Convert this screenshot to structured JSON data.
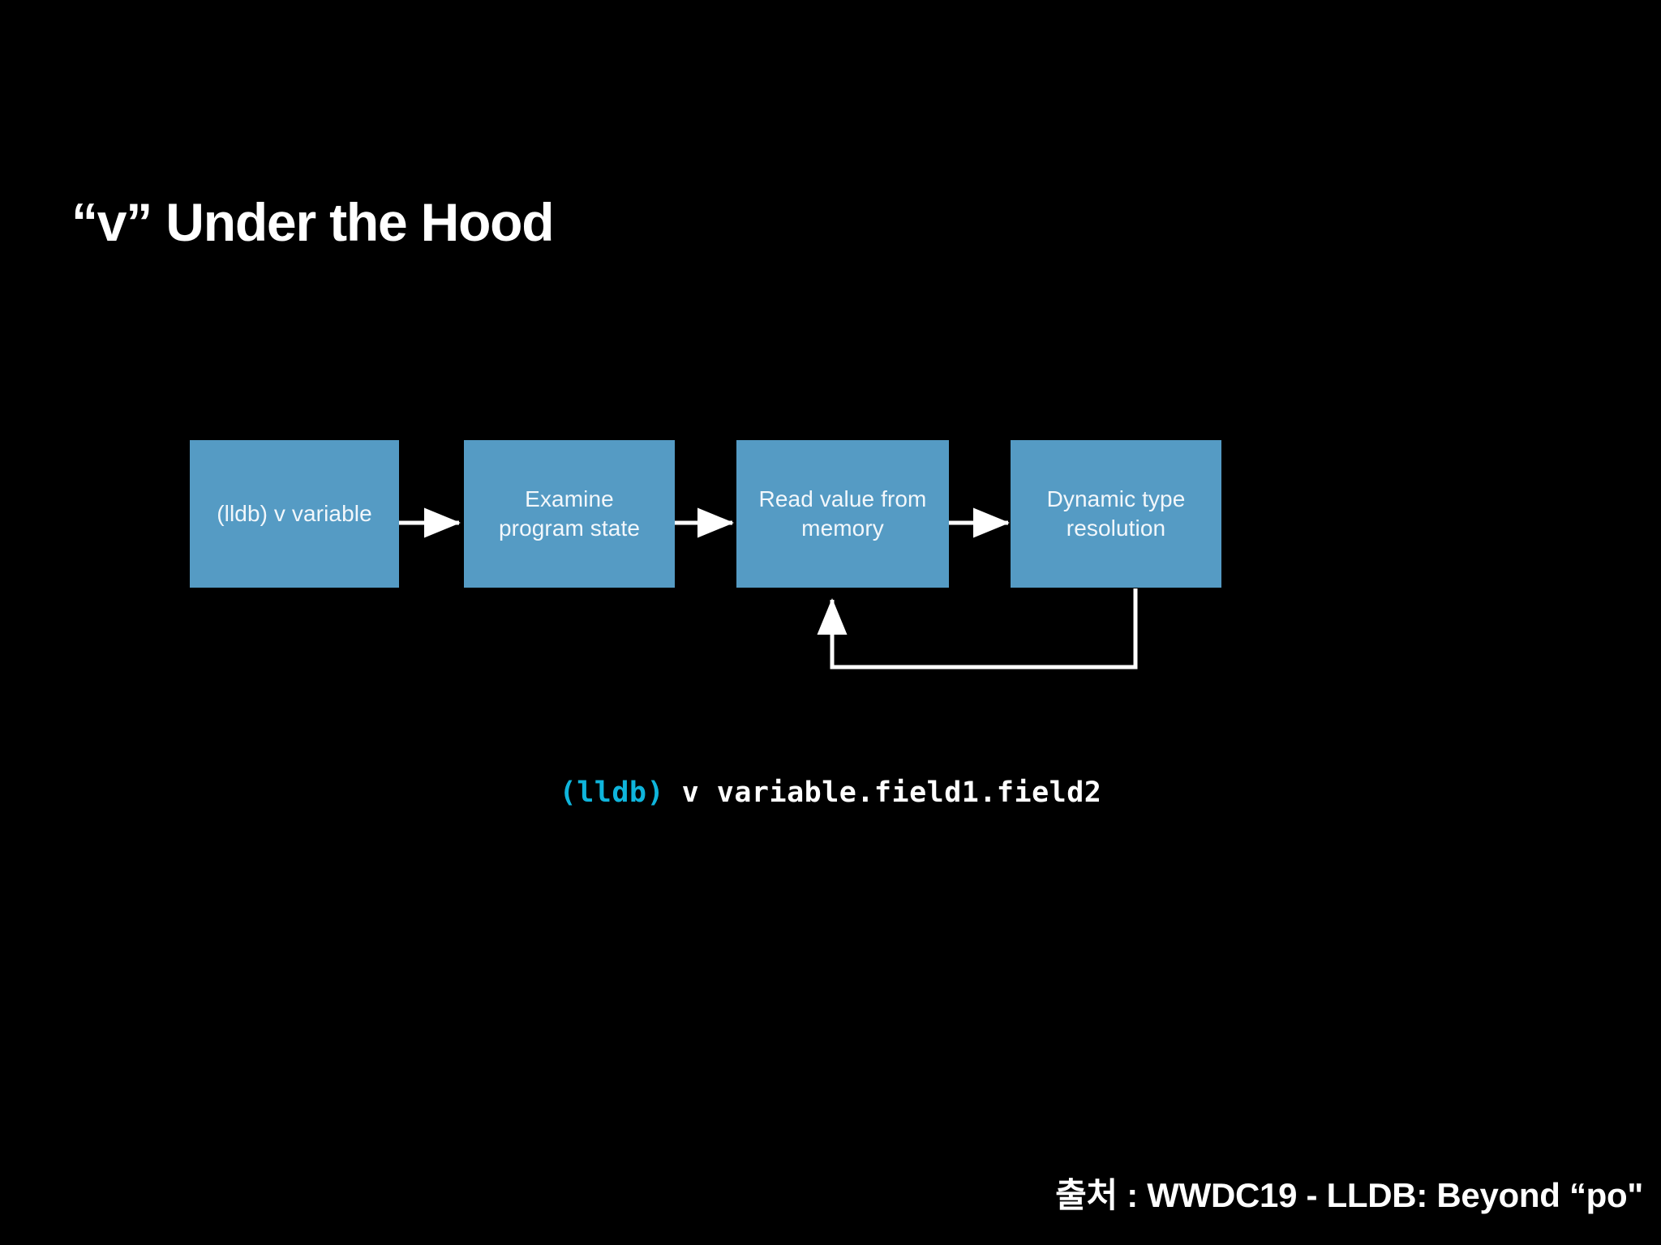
{
  "slide": {
    "title": "“v” Under the Hood",
    "background_color": "#000000",
    "box_color": "#559BC4",
    "accent_color": "#0FB5DC",
    "text_color": "#FFFFFF"
  },
  "diagram": {
    "type": "flow",
    "boxes": [
      {
        "id": "command",
        "line1": "(lldb) v variable",
        "line2": ""
      },
      {
        "id": "examine-state",
        "line1": "Examine",
        "line2": "program state"
      },
      {
        "id": "read-memory",
        "line1": "Read value from",
        "line2": "memory"
      },
      {
        "id": "dynamic-type",
        "line1": "Dynamic type",
        "line2": "resolution"
      }
    ],
    "connections": [
      {
        "from": "command",
        "to": "examine-state",
        "kind": "arrow-right"
      },
      {
        "from": "examine-state",
        "to": "read-memory",
        "kind": "arrow-right"
      },
      {
        "from": "read-memory",
        "to": "dynamic-type",
        "kind": "arrow-right"
      },
      {
        "from": "dynamic-type",
        "to": "read-memory",
        "kind": "feedback-loop"
      }
    ]
  },
  "code": {
    "prompt": "(lldb)",
    "command": " v variable.field1.field2"
  },
  "footer": {
    "source": "출처 : WWDC19 - LLDB: Beyond “po\""
  }
}
